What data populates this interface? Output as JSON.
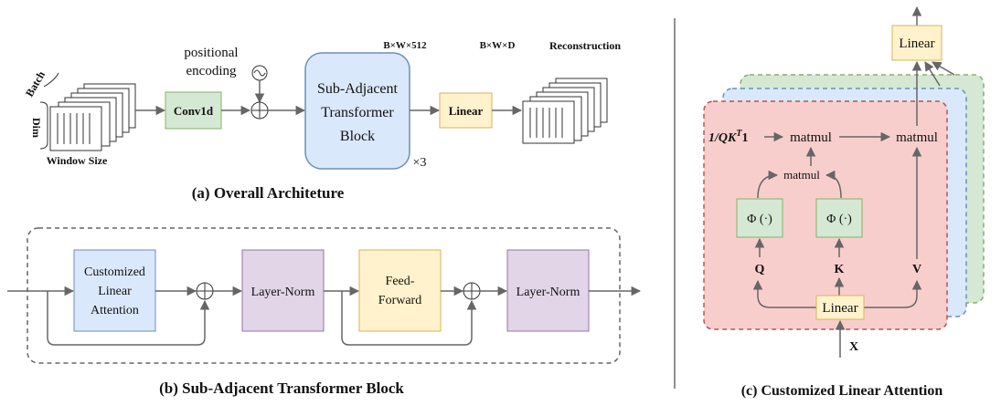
{
  "colors": {
    "green_fill": "#d5e8d4",
    "green_stroke": "#82b366",
    "blue_fill": "#dae8fc",
    "blue_stroke": "#6c8ebf",
    "yellow_fill": "#fff2cc",
    "yellow_stroke": "#d6b656",
    "purple_fill": "#e1d5e7",
    "purple_stroke": "#9673a6",
    "red_fill": "#f8cecc",
    "red_stroke": "#b85450",
    "line": "#666666"
  },
  "panel_a": {
    "caption": "(a) Overall Architeture",
    "batch_label": "Batch",
    "dim_label": "Dim",
    "window_size_label": "Window Size",
    "conv_label": "Conv1d",
    "pos_enc_line1": "positional",
    "pos_enc_line2": "encoding",
    "block_line1": "Sub-Adjacent",
    "block_line2": "Transformer",
    "block_line3": "Block",
    "repeat_label": "×3",
    "shape1_label": "B×W×512",
    "linear_label": "Linear",
    "shape2_label": "B×W×D",
    "reconstruction_label": "Reconstruction"
  },
  "panel_b": {
    "caption": "(b) Sub-Adjacent Transformer Block",
    "attention_line1": "Customized",
    "attention_line2": "Linear",
    "attention_line3": "Attention",
    "layernorm1_label": "Layer-Norm",
    "ff_line1": "Feed-",
    "ff_line2": "Forward",
    "layernorm2_label": "Layer-Norm"
  },
  "panel_c": {
    "caption": "(c) Customized Linear Attention",
    "linear_top_label": "Linear",
    "norm_prefix": "1/QK",
    "norm_sup": "T",
    "norm_suffix": "1",
    "matmul_left": "matmul",
    "matmul_right": "matmul",
    "matmul_inner": "matmul",
    "phi_left": "Φ (·)",
    "phi_right": "Φ (·)",
    "q_label": "Q",
    "k_label": "K",
    "v_label": "V",
    "linear_bottom_label": "Linear",
    "x_label": "X"
  }
}
